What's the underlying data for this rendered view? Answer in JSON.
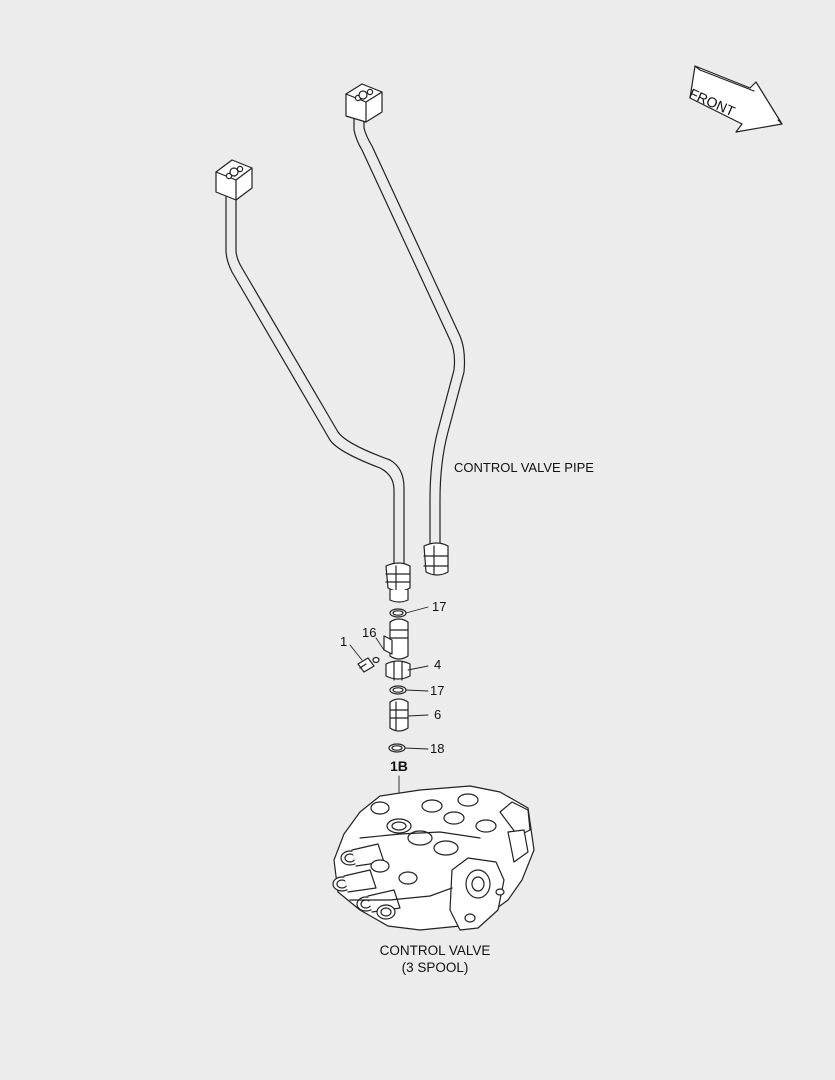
{
  "front_arrow": {
    "label": "FRONT",
    "icon": "front-direction-arrow-icon"
  },
  "labels": {
    "control_valve_pipe": "CONTROL VALVE PIPE",
    "control_valve_line1": "CONTROL VALVE",
    "control_valve_line2": "(3 SPOOL)"
  },
  "callouts": {
    "c1": "1",
    "c16": "16",
    "c17_top": "17",
    "c4": "4",
    "c17_bottom": "17",
    "c6": "6",
    "c18": "18",
    "c1b": "1B"
  },
  "colors": {
    "background": "#ececec",
    "line": "#222222",
    "fill": "#ffffff"
  }
}
